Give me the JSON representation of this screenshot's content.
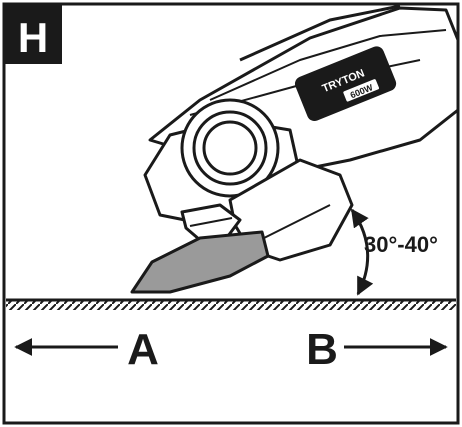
{
  "figure": {
    "badge": "H",
    "brand": "TRYTON",
    "rating": "600W",
    "angle": "30°-40°",
    "direction_left": "A",
    "direction_right": "B"
  },
  "colors": {
    "ink": "#1a1a1a",
    "disc": "#9a9a9a",
    "badge_bg": "#1a1a1a",
    "badge_fg": "#ffffff"
  },
  "icons": {
    "tool": "angle-grinder-icon",
    "arrows": "arrow-icon"
  }
}
